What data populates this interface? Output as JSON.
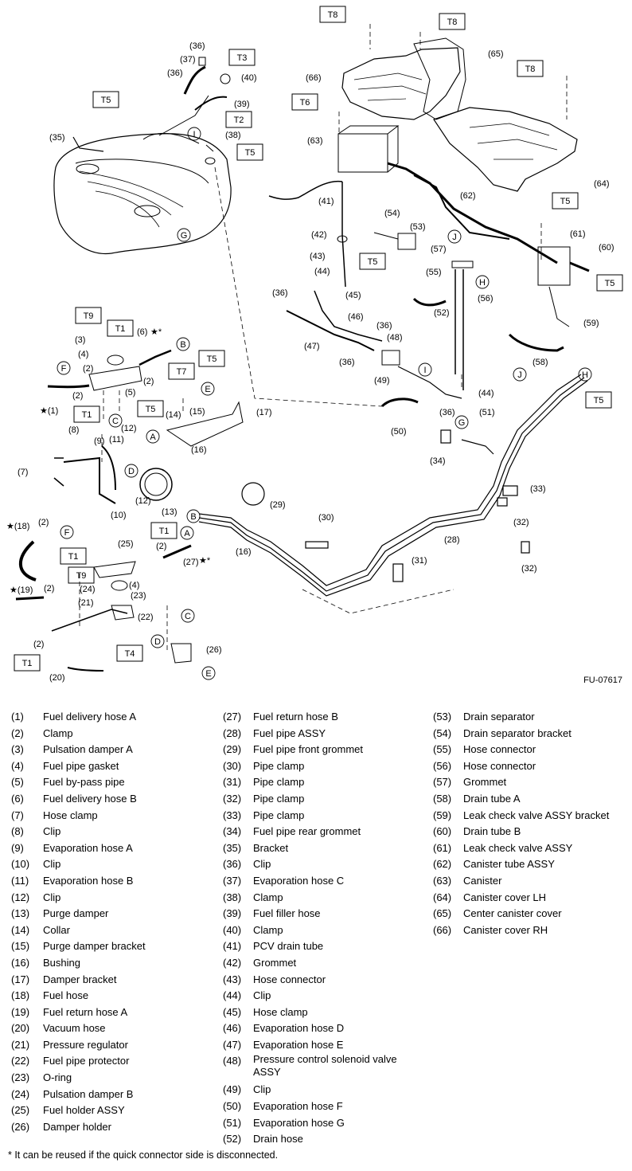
{
  "figure_code": "FU-07617",
  "torque_tags": [
    "T1",
    "T2",
    "T3",
    "T4",
    "T5",
    "T6",
    "T7",
    "T8",
    "T9"
  ],
  "connector_letters": [
    "A",
    "B",
    "C",
    "D",
    "E",
    "F",
    "G",
    "H",
    "I",
    "J"
  ],
  "callouts": [
    "(1)",
    "(2)",
    "(3)",
    "(4)",
    "(5)",
    "(6)",
    "(7)",
    "(8)",
    "(9)",
    "(10)",
    "(11)",
    "(12)",
    "(13)",
    "(14)",
    "(15)",
    "(16)",
    "(17)",
    "(18)",
    "(19)",
    "(20)",
    "(21)",
    "(22)",
    "(23)",
    "(24)",
    "(25)",
    "(26)",
    "(27)",
    "(28)",
    "(29)",
    "(30)",
    "(31)",
    "(32)",
    "(33)",
    "(34)",
    "(35)",
    "(36)",
    "(37)",
    "(38)",
    "(39)",
    "(40)",
    "(41)",
    "(42)",
    "(43)",
    "(44)",
    "(45)",
    "(46)",
    "(47)",
    "(48)",
    "(49)",
    "(50)",
    "(51)",
    "(52)",
    "(53)",
    "(54)",
    "(55)",
    "(56)",
    "(57)",
    "(58)",
    "(59)",
    "(60)",
    "(61)",
    "(62)",
    "(63)",
    "(64)",
    "(65)",
    "(66)"
  ],
  "star_labels": {
    "s1": "★(1)",
    "s6": "★*",
    "s18": "★(18)",
    "s19": "★(19)",
    "s27": "★*"
  },
  "legend": {
    "col1": [
      {
        "num": "(1)",
        "name": "Fuel delivery hose A"
      },
      {
        "num": "(2)",
        "name": "Clamp"
      },
      {
        "num": "(3)",
        "name": "Pulsation damper A"
      },
      {
        "num": "(4)",
        "name": "Fuel pipe gasket"
      },
      {
        "num": "(5)",
        "name": "Fuel by-pass pipe"
      },
      {
        "num": "(6)",
        "name": "Fuel delivery hose B"
      },
      {
        "num": "(7)",
        "name": "Hose clamp"
      },
      {
        "num": "(8)",
        "name": "Clip"
      },
      {
        "num": "(9)",
        "name": "Evaporation hose A"
      },
      {
        "num": "(10)",
        "name": "Clip"
      },
      {
        "num": "(11)",
        "name": "Evaporation hose B"
      },
      {
        "num": "(12)",
        "name": "Clip"
      },
      {
        "num": "(13)",
        "name": "Purge damper"
      },
      {
        "num": "(14)",
        "name": "Collar"
      },
      {
        "num": "(15)",
        "name": "Purge damper bracket"
      },
      {
        "num": "(16)",
        "name": "Bushing"
      },
      {
        "num": "(17)",
        "name": "Damper bracket"
      },
      {
        "num": "(18)",
        "name": "Fuel hose"
      },
      {
        "num": "(19)",
        "name": "Fuel return hose A"
      },
      {
        "num": "(20)",
        "name": "Vacuum hose"
      },
      {
        "num": "(21)",
        "name": "Pressure regulator"
      },
      {
        "num": "(22)",
        "name": "Fuel pipe protector"
      },
      {
        "num": "(23)",
        "name": "O-ring"
      },
      {
        "num": "(24)",
        "name": "Pulsation damper B"
      },
      {
        "num": "(25)",
        "name": "Fuel holder ASSY"
      },
      {
        "num": "(26)",
        "name": "Damper holder"
      }
    ],
    "col2": [
      {
        "num": "(27)",
        "name": "Fuel return hose B"
      },
      {
        "num": "(28)",
        "name": "Fuel pipe ASSY"
      },
      {
        "num": "(29)",
        "name": "Fuel pipe front grommet"
      },
      {
        "num": "(30)",
        "name": "Pipe clamp"
      },
      {
        "num": "(31)",
        "name": "Pipe clamp"
      },
      {
        "num": "(32)",
        "name": "Pipe clamp"
      },
      {
        "num": "(33)",
        "name": "Pipe clamp"
      },
      {
        "num": "(34)",
        "name": "Fuel pipe rear grommet"
      },
      {
        "num": "(35)",
        "name": "Bracket"
      },
      {
        "num": "(36)",
        "name": "Clip"
      },
      {
        "num": "(37)",
        "name": "Evaporation hose C"
      },
      {
        "num": "(38)",
        "name": "Clamp"
      },
      {
        "num": "(39)",
        "name": "Fuel filler hose"
      },
      {
        "num": "(40)",
        "name": "Clamp"
      },
      {
        "num": "(41)",
        "name": "PCV drain tube"
      },
      {
        "num": "(42)",
        "name": "Grommet"
      },
      {
        "num": "(43)",
        "name": "Hose connector"
      },
      {
        "num": "(44)",
        "name": "Clip"
      },
      {
        "num": "(45)",
        "name": "Hose clamp"
      },
      {
        "num": "(46)",
        "name": "Evaporation hose D"
      },
      {
        "num": "(47)",
        "name": "Evaporation hose E"
      },
      {
        "num": "(48)",
        "name": "Pressure control solenoid valve ASSY"
      },
      {
        "num": "(49)",
        "name": "Clip"
      },
      {
        "num": "(50)",
        "name": "Evaporation hose F"
      },
      {
        "num": "(51)",
        "name": "Evaporation hose G"
      },
      {
        "num": "(52)",
        "name": "Drain hose"
      }
    ],
    "col3": [
      {
        "num": "(53)",
        "name": "Drain separator"
      },
      {
        "num": "(54)",
        "name": "Drain separator bracket"
      },
      {
        "num": "(55)",
        "name": "Hose connector"
      },
      {
        "num": "(56)",
        "name": "Hose connector"
      },
      {
        "num": "(57)",
        "name": "Grommet"
      },
      {
        "num": "(58)",
        "name": "Drain tube A"
      },
      {
        "num": "(59)",
        "name": "Leak check valve ASSY bracket"
      },
      {
        "num": "(60)",
        "name": "Drain tube B"
      },
      {
        "num": "(61)",
        "name": "Leak check valve ASSY"
      },
      {
        "num": "(62)",
        "name": "Canister tube ASSY"
      },
      {
        "num": "(63)",
        "name": "Canister"
      },
      {
        "num": "(64)",
        "name": "Canister cover LH"
      },
      {
        "num": "(65)",
        "name": "Center canister cover"
      },
      {
        "num": "(66)",
        "name": "Canister cover RH"
      }
    ]
  },
  "footnote": "* It can be reused if the quick connector side is disconnected."
}
